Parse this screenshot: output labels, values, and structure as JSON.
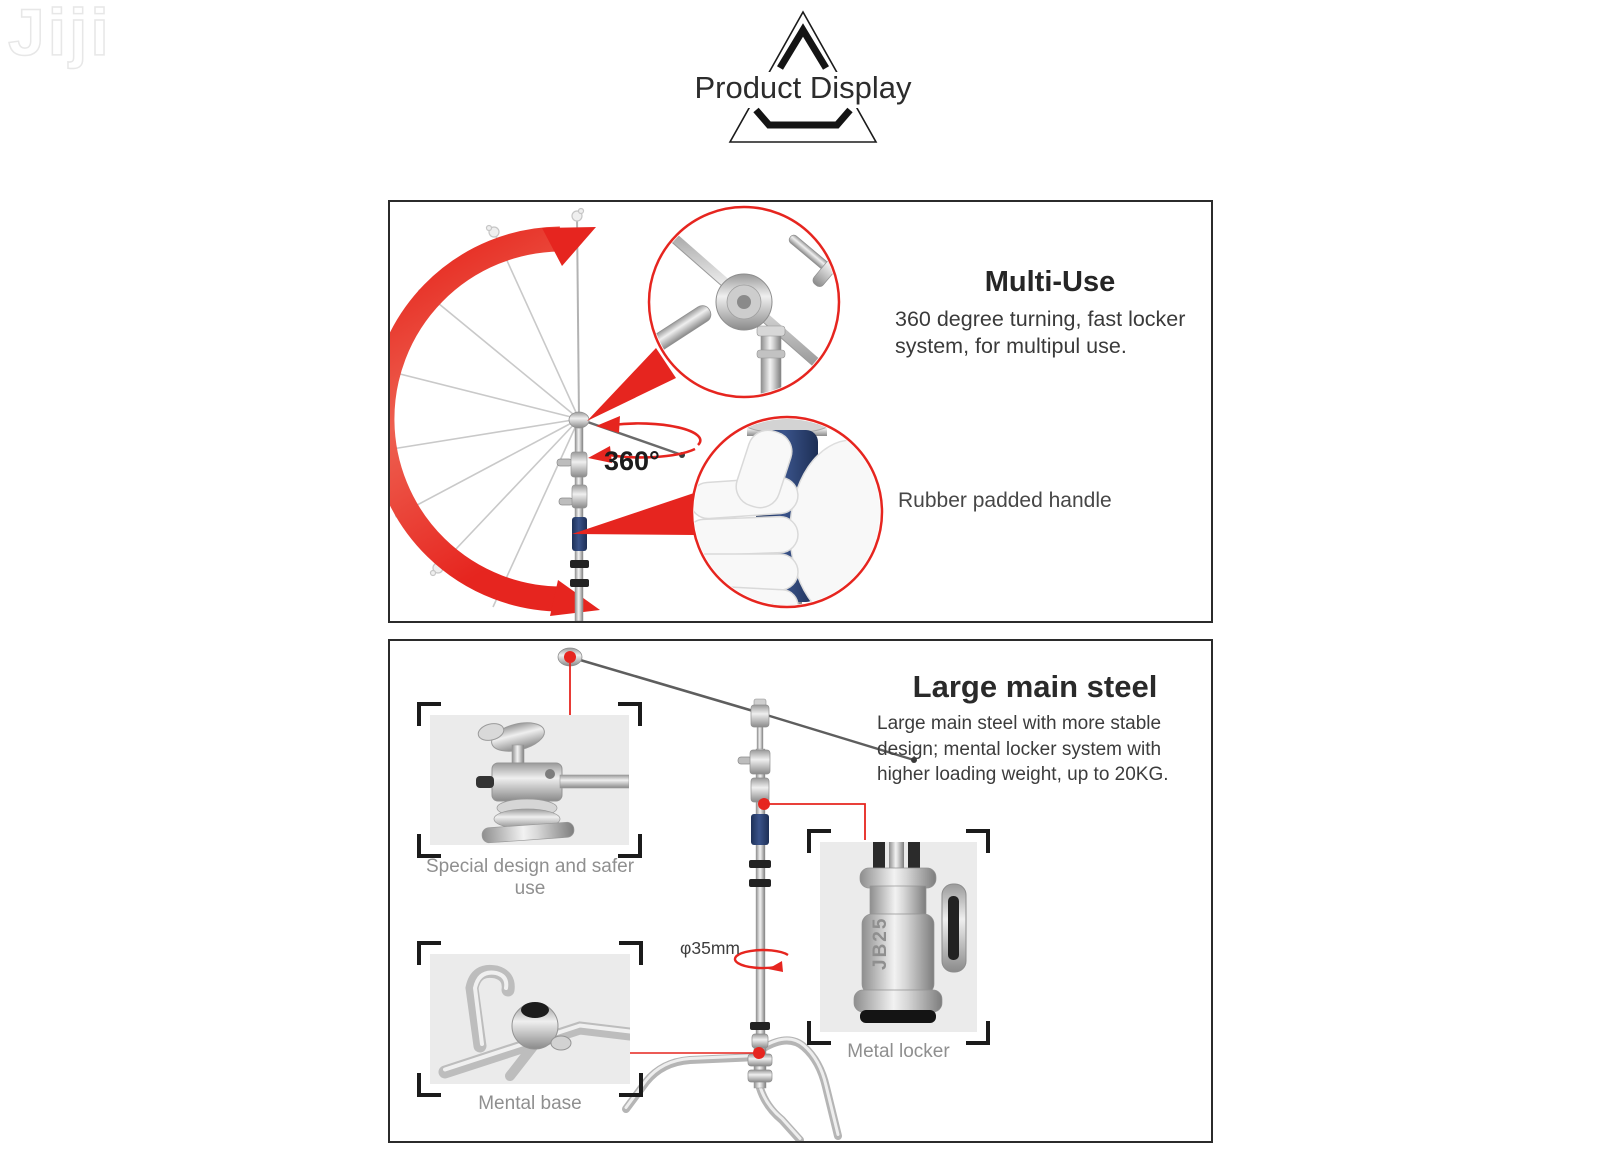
{
  "watermark": {
    "brand": "Jiji"
  },
  "header": {
    "title": "Product Display"
  },
  "panel1": {
    "heading": "Multi-Use",
    "body": [
      "360 degree turning, fast locker",
      "system, for multipul use."
    ],
    "angle_label": "360°",
    "handle_label": "Rubber padded handle"
  },
  "panel2": {
    "heading": "Large main steel",
    "body": [
      "Large main steel with more stable",
      "design; mental locker system with",
      "higher loading weight, up to 20KG."
    ],
    "diameter_label": "φ35mm",
    "engraving": "JB25",
    "caption_head": "Special design and safer use",
    "caption_base": "Mental base",
    "caption_locker": "Metal locker"
  },
  "colors": {
    "accent_red": "#e6251f",
    "handle_navy": "#2b4170",
    "caption_gray": "#8f8f8f"
  }
}
